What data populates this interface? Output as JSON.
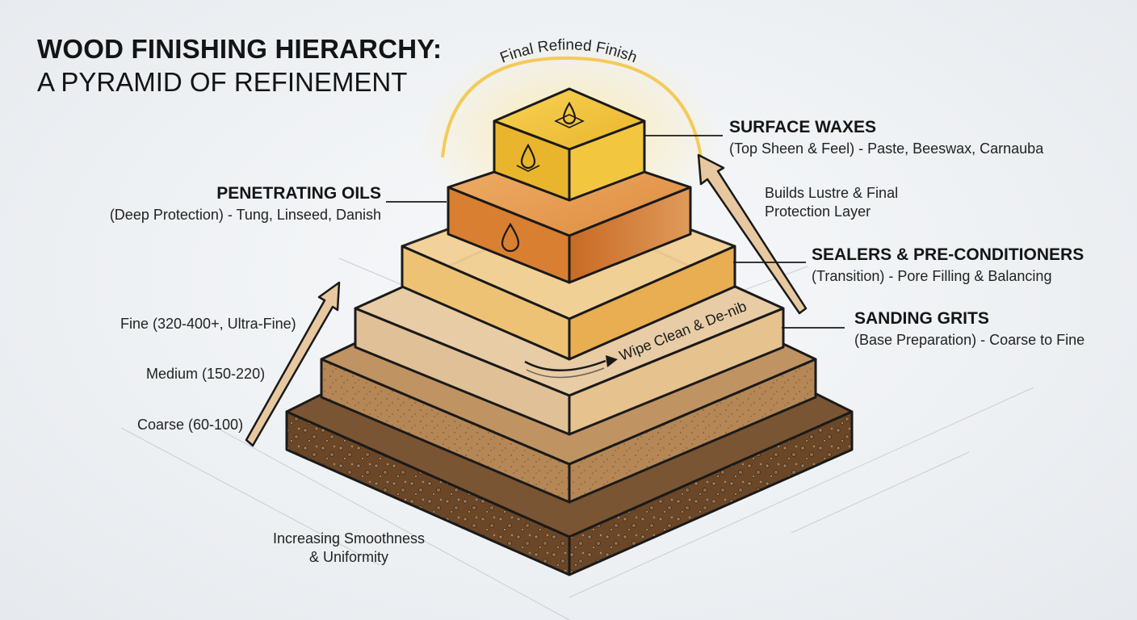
{
  "title": {
    "line1": "WOOD FINISHING HIERARCHY:",
    "line2": "A PYRAMID OF REFINEMENT"
  },
  "top_label": "Final Refined Finish",
  "layers": {
    "waxes": {
      "heading": "SURFACE WAXES",
      "detail": "(Top Sheen & Feel) - Paste, Beeswax, Carnauba"
    },
    "oils": {
      "heading": "PENETRATING OILS",
      "detail": "(Deep Protection) - Tung, Linseed, Danish"
    },
    "sealers": {
      "heading": "SEALERS & PRE-CONDITIONERS",
      "detail": "(Transition) - Pore Filling & Balancing"
    },
    "sanding": {
      "heading": "SANDING GRITS",
      "detail": "(Base Preparation) - Coarse to Fine"
    }
  },
  "builds_note": {
    "line1": "Builds Lustre & Final",
    "line2": "Protection Layer"
  },
  "grits": {
    "fine": "Fine (320-400+, Ultra-Fine)",
    "medium": "Medium (150-220)",
    "coarse": "Coarse (60-100)"
  },
  "wipe_note": "Wipe Clean & De-nib",
  "bottom_note": {
    "line1": "Increasing Smoothness",
    "line2": "& Uniformity"
  },
  "icons": [
    "drop-icon",
    "drop-icon",
    "drop-icon"
  ],
  "colors": {
    "wax": "#f2c230",
    "oil": "#d98b3c",
    "sealer": "#ecc37c",
    "fine_sand": "#e2c29b",
    "medium_sand": "#b98c5a",
    "coarse_sand": "#6e4a2a",
    "arrow": "#e8c8a0",
    "outline": "#1a1a1a"
  }
}
